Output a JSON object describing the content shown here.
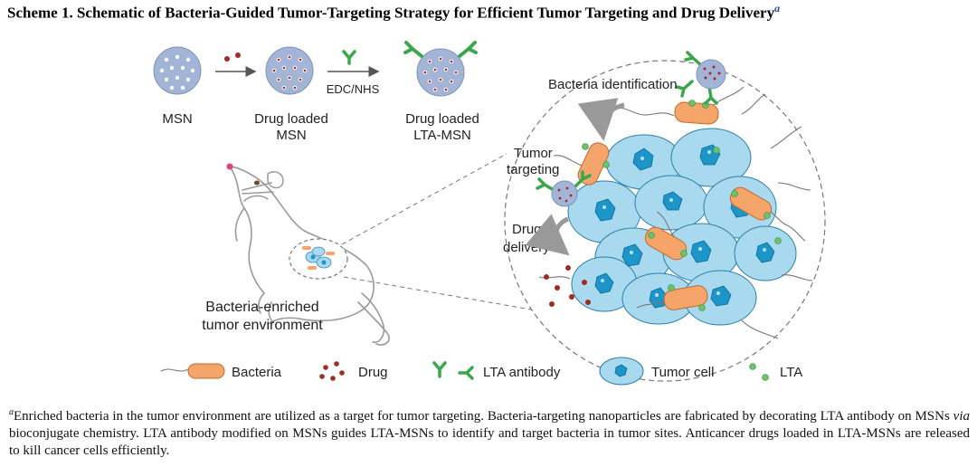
{
  "scheme_label": "Scheme 1.",
  "title": "Schematic of Bacteria-Guided Tumor-Targeting Strategy for Efficient Tumor Targeting and Drug Delivery",
  "footnote_mark": "a",
  "synthesis": {
    "msn_label": "MSN",
    "drug_loaded_line1": "Drug loaded",
    "drug_loaded_line2": "MSN",
    "reagent": "EDC/NHS",
    "lta_msn_line1": "Drug loaded",
    "lta_msn_line2": "LTA-MSN"
  },
  "mouse": {
    "label_line1": "Bacteria-enriched",
    "label_line2": "tumor environment"
  },
  "zoom": {
    "bacteria_identification": "Bacteria identification",
    "tumor_targeting_line1": "Tumor",
    "tumor_targeting_line2": "targeting",
    "drug_delivery_line1": "Drug",
    "drug_delivery_line2": "delivery"
  },
  "legend": {
    "bacteria": "Bacteria",
    "drug": "Drug",
    "lta_antibody": "LTA antibody",
    "tumor_cell": "Tumor cell",
    "lta": "LTA"
  },
  "colors": {
    "msn": "#9fb3d6",
    "drug": "#a32a22",
    "antibody": "#3aa84a",
    "bacteria": "#f5a46a",
    "tumor_cell": "#a9d9ee",
    "nucleus": "#1c96c8",
    "lta": "#6cc26c"
  },
  "caption": {
    "mark": "a",
    "text_before_via": "Enriched bacteria in the tumor environment are utilized as a target for tumor targeting. Bacteria-targeting nanoparticles are fabricated by decorating LTA antibody on MSNs ",
    "via": "via",
    "text_after_via": " bioconjugate chemistry. LTA antibody modified on MSNs guides LTA-MSNs to identify and target bacteria in tumor sites. Anticancer drugs loaded in LTA-MSNs are released to kill cancer cells efficiently."
  }
}
